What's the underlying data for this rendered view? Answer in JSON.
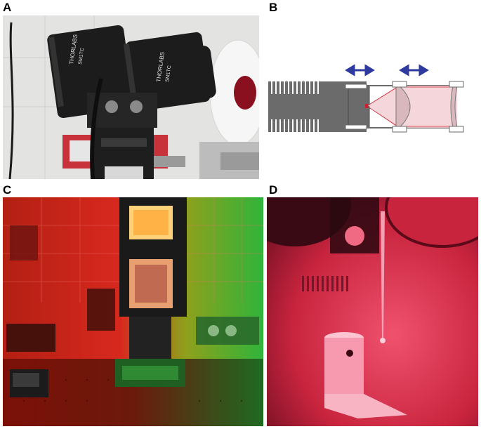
{
  "figure": {
    "panels": [
      {
        "label": "A",
        "description_icon": "photo-camera-system"
      },
      {
        "label": "B",
        "description_icon": "optical-schematic"
      },
      {
        "label": "C",
        "description_icon": "photo-lab-setup-red-green"
      },
      {
        "label": "D",
        "description_icon": "photo-sample-holder-red"
      }
    ]
  },
  "photo_a": {
    "brand_text_1": "THORLABS",
    "part_text_1": "SM1TC",
    "brand_text_2": "THORLABS",
    "part_text_2": "SM1TC"
  },
  "colors": {
    "arrow_blue": "#2e3a9e",
    "schematic_gray": "#6b6b6b",
    "beam_pink": "#f3cfd3",
    "beam_red": "#d0202e",
    "lab_red": "#d8281e",
    "lab_green": "#2fb43a",
    "sample_pink": "#e0345a"
  }
}
